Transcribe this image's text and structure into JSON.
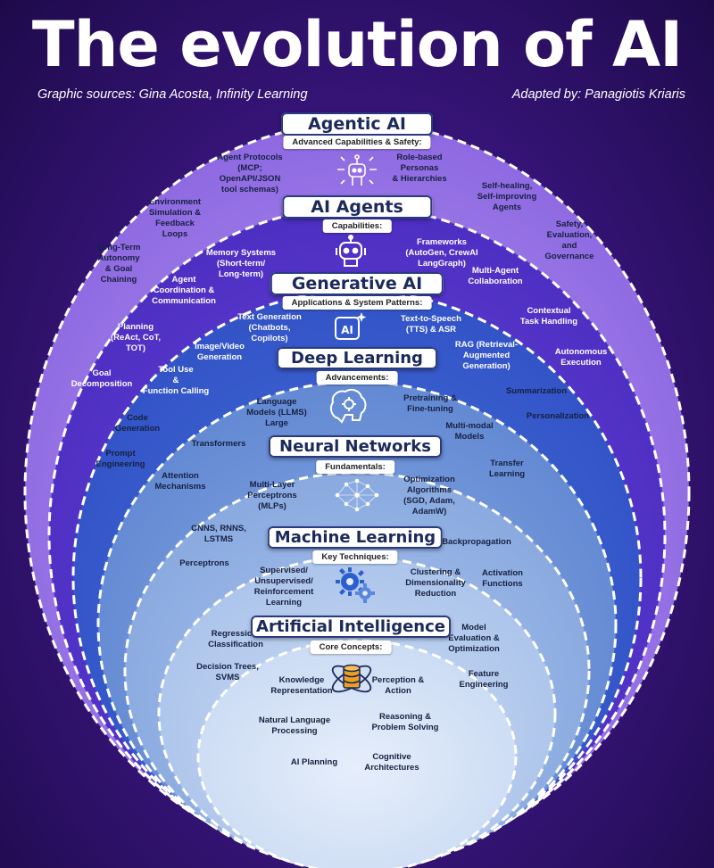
{
  "title": "The evolution of AI",
  "source_left": "Graphic sources:  Gina Acosta, Infinity Learning",
  "source_right": "Adapted by: Panagiotis Kriaris",
  "layers": {
    "agentic": {
      "title": "Agentic AI",
      "sub": "Advanced Capabilities & Safety:",
      "icon": "robot-network-icon"
    },
    "agents": {
      "title": "AI Agents",
      "sub": "Capabilities:",
      "icon": "robot-head-icon"
    },
    "generative": {
      "title": "Generative AI",
      "sub": "Applications & System Patterns:",
      "icon": "ai-sparkle-icon"
    },
    "deep": {
      "title": "Deep Learning",
      "sub": "Advancements:",
      "icon": "brain-gear-icon"
    },
    "neural": {
      "title": "Neural Networks",
      "sub": "Fundamentals:",
      "icon": "neural-mesh-icon"
    },
    "ml": {
      "title": "Machine Learning",
      "sub": "Key Techniques:",
      "icon": "gears-icon"
    },
    "ai": {
      "title": "Artificial Intelligence",
      "sub": "Core Concepts:",
      "icon": "database-atom-icon"
    }
  },
  "labels": {
    "agent_protocols": "Agent Protocols\n(MCP;\nOpenAPI/JSON\ntool schemas)",
    "role_based": "Role-based\nPersonas\n& Hierarchies",
    "self_healing": "Self-healing,\nSelf-improving\nAgents",
    "env_sim": "Environment\nSimulation &\nFeedback\nLoops",
    "safety": "Safety,\nEvaluation,\nand\nGovernance",
    "long_term": "Long-Term\nAutonomy\n& Goal\nChaining",
    "memory": "Memory Systems\n(Short-term/\nLong-term)",
    "frameworks": "Frameworks\n(AutoGen, CrewAI\nLangGraph)",
    "multi_agent": "Multi-Agent\nCollaboration",
    "agent_coord": "Agent\nCoordination &\nCommunication",
    "contextual": "Contextual\nTask Handling",
    "planning": "Planning\n(ReAct, CoT,\nTOT)",
    "text_gen": "Text Generation\n(Chatbots,\nCopilots)",
    "tts": "Text-to-Speech\n(TTS) & ASR",
    "image_video": "Image/Video\nGeneration",
    "rag": "RAG (Retrieval-\nAugmented\nGeneration)",
    "autonomous": "Autonomous\nExecution",
    "goal_decomp": "Goal\nDecomposition",
    "tool_use": "Tool Use\n&\nFunction Calling",
    "summarization": "Summarization",
    "llms": "Language\nModels (LLMS)\nLarge",
    "pretraining": "Pretraining &\nFine-tuning",
    "personalization": "Personalization",
    "code_gen": "Code\nGeneration",
    "multimodal": "Multi-modal\nModels",
    "transformers": "Transformers",
    "prompt_eng": "Prompt\nEngineering",
    "transfer": "Transfer\nLearning",
    "attention": "Attention\nMechanisms",
    "mlp": "Multi-Layer\nPerceptrons\n(MLPs)",
    "optim": "Optimization\nAlgorithms\n(SGD, Adam,\nAdamW)",
    "cnns": "CNNS, RNNS,\nLSTMS",
    "backprop": "Backpropagation",
    "perceptrons": "Perceptrons",
    "supervised": "Supervised/\nUnsupervised/\nReinforcement\nLearning",
    "clustering": "Clustering &\nDimensionality\nReduction",
    "activation": "Activation\nFunctions",
    "regression": "Regression,\nClassification",
    "model_eval": "Model\nEvaluation &\nOptimization",
    "decision_trees": "Decision Trees,\nSVMS",
    "knowledge": "Knowledge\nRepresentation",
    "perception": "Perception &\nAction",
    "feature_eng": "Feature\nEngineering",
    "nlp": "Natural Language\nProcessing",
    "reasoning": "Reasoning &\nProblem Solving",
    "ai_planning": "AI Planning",
    "cognitive": "Cognitive\nArchitectures"
  },
  "colors": {
    "ring_agentic": "#9b7be8",
    "ring_agents": "#5b3fd0",
    "ring_generative": "#3b5fd0",
    "ring_deep": "#6b93d8",
    "ring_neural": "#93b2e4",
    "ring_ml": "#b9cdee",
    "ring_ai": "#d9e5f7"
  }
}
